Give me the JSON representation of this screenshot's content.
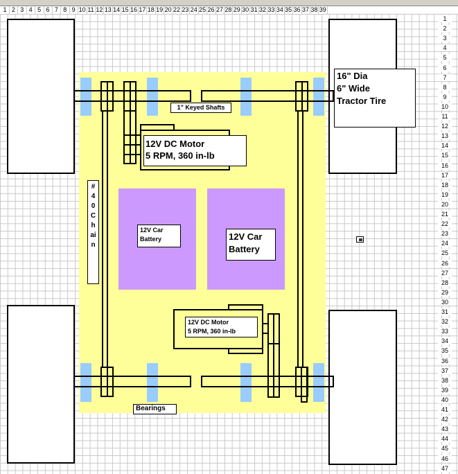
{
  "column_headers": [
    "1",
    "2",
    "3",
    "4",
    "5",
    "6",
    "7",
    "8",
    "9",
    "10",
    "11",
    "12",
    "13",
    "14",
    "15",
    "16",
    "17",
    "18",
    "19",
    "20",
    "22",
    "23",
    "24",
    "25",
    "26",
    "27",
    "28",
    "29",
    "30",
    "31",
    "32",
    "33",
    "34",
    "35",
    "36",
    "37",
    "38",
    "39"
  ],
  "row_headers": [
    "1",
    "2",
    "3",
    "4",
    "5",
    "6",
    "7",
    "8",
    "9",
    "10",
    "11",
    "12",
    "13",
    "14",
    "15",
    "16",
    "17",
    "18",
    "19",
    "20",
    "21",
    "22",
    "23",
    "24",
    "25",
    "26",
    "27",
    "28",
    "29",
    "30",
    "31",
    "32",
    "33",
    "34",
    "35",
    "36",
    "37",
    "38",
    "39",
    "40",
    "41",
    "42",
    "43",
    "44",
    "45",
    "46",
    "47"
  ],
  "labels": {
    "tire_line1": "16\" Dia",
    "tire_line2": "6\" Wide",
    "tire_line3": "Tractor Tire",
    "shafts": "1\" Keyed Shafts",
    "motor_top_line1": "12V DC Motor",
    "motor_top_line2": "5 RPM, 360 in-lb",
    "motor_bottom_line1": "12V DC Motor",
    "motor_bottom_line2": "5 RPM, 360 in-lb",
    "chain": "#40 Chain",
    "battery_left": "12V Car Battery",
    "battery_right": "12V Car Battery",
    "bearings": "Bearings"
  },
  "colors": {
    "frame": "#ffff99",
    "bearing": "#99ccff",
    "battery": "#cc99ff"
  }
}
